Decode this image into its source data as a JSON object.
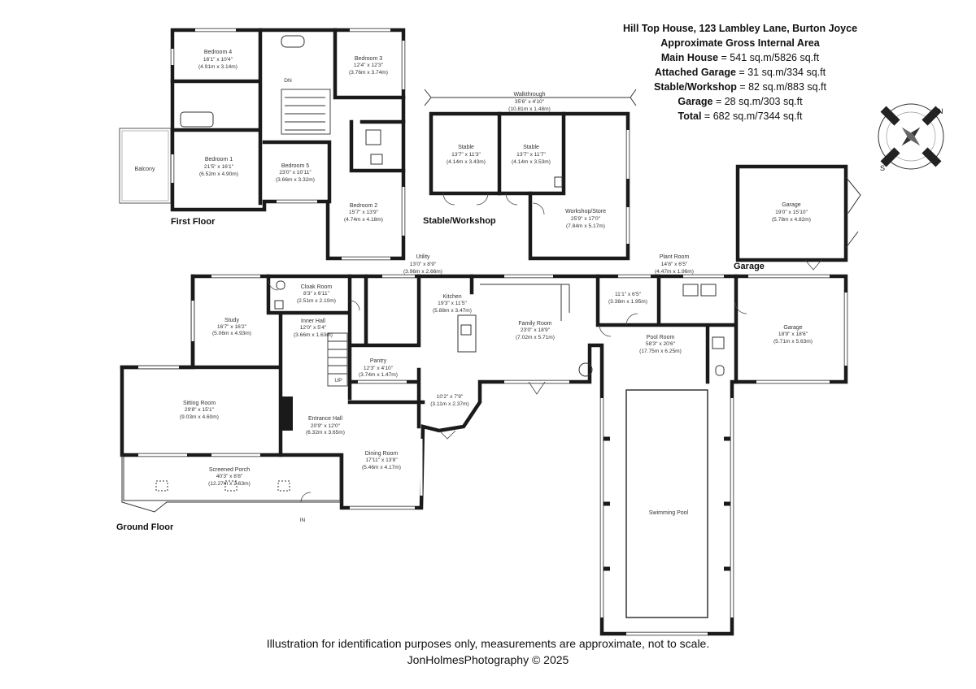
{
  "header": {
    "address": "Hill Top House, 123 Lambley Lane, Burton Joyce",
    "area_title": "Approximate Gross Internal Area",
    "rows": [
      {
        "label": "Main House",
        "value": "541 sq.m/5826 sq.ft"
      },
      {
        "label": "Attached Garage",
        "value": "31 sq.m/334 sq.ft"
      },
      {
        "label": "Stable/Workshop",
        "value": "82 sq.m/883 sq.ft"
      },
      {
        "label": "Garage",
        "value": "28 sq.m/303 sq.ft"
      },
      {
        "label": "Total",
        "value": "682 sq.m/7344 sq.ft"
      }
    ]
  },
  "floors": {
    "first": "First Floor",
    "ground": "Ground Floor",
    "stable": "Stable/Workshop",
    "garage": "Garage"
  },
  "rooms": {
    "bedroom4": {
      "name": "Bedroom 4",
      "imp": "16'1\" x 10'4\"",
      "met": "(4.91m x 3.14m)"
    },
    "bedroom3": {
      "name": "Bedroom 3",
      "imp": "12'4\" x 12'3\"",
      "met": "(3.76m x 3.74m)"
    },
    "bedroom1": {
      "name": "Bedroom 1",
      "imp": "21'5\" x 16'1\"",
      "met": "(6.52m x 4.90m)"
    },
    "bedroom5": {
      "name": "Bedroom 5",
      "imp": "23'0\" x 10'11\"",
      "met": "(3.66m x 3.32m)"
    },
    "bedroom2": {
      "name": "Bedroom 2",
      "imp": "15'7\" x 13'9\"",
      "met": "(4.74m x 4.18m)"
    },
    "balcony": {
      "name": "Balcony"
    },
    "walkthrough": {
      "name": "Walkthrough",
      "imp": "35'6\" x 4'10\"",
      "met": "(10.81m x 1.48m)"
    },
    "stable1": {
      "name": "Stable",
      "imp": "13'7\" x 11'3\"",
      "met": "(4.14m x 3.43m)"
    },
    "stable2": {
      "name": "Stable",
      "imp": "13'7\" x 11'7\"",
      "met": "(4.14m x 3.53m)"
    },
    "workshop": {
      "name": "Workshop/Store",
      "imp": "25'9\" x 17'0\"",
      "met": "(7.84m x 5.17m)"
    },
    "garage_det": {
      "name": "Garage",
      "imp": "19'0\" x 15'10\"",
      "met": "(5.78m x 4.82m)"
    },
    "utility": {
      "name": "Utility",
      "imp": "13'0\" x 8'9\"",
      "met": "(3.96m x 2.66m)"
    },
    "plant": {
      "name": "Plant Room",
      "imp": "14'8\" x 6'5\"",
      "met": "(4.47m x 1.96m)"
    },
    "study": {
      "name": "Study",
      "imp": "16'7\" x 16'2\"",
      "met": "(5.06m x 4.93m)"
    },
    "cloak": {
      "name": "Cloak Room",
      "imp": "8'3\" x 6'11\"",
      "met": "(2.51m x 2.10m)"
    },
    "innerhall": {
      "name": "Inner Hall",
      "imp": "12'0\" x 5'4\"",
      "met": "(3.66m x 1.63m)"
    },
    "kitchen": {
      "name": "Kitchen",
      "imp": "19'3\" x 11'5\"",
      "met": "(5.88m x 3.47m)"
    },
    "family": {
      "name": "Family Room",
      "imp": "23'0\" x 18'9\"",
      "met": "(7.02m x 5.71m)"
    },
    "room11": {
      "imp": "11'1\" x 6'5\"",
      "met": "(3.38m x 1.95m)"
    },
    "garage_att": {
      "name": "Garage",
      "imp": "18'9\" x 18'6\"",
      "met": "(5.71m x 5.63m)"
    },
    "pantry": {
      "name": "Pantry",
      "imp": "12'3\" x 4'10\"",
      "met": "(3.74m x 1.47m)"
    },
    "poolroom": {
      "name": "Pool Room",
      "imp": "58'3\" x 20'6\"",
      "met": "(17.75m x 6.25m)"
    },
    "sitting": {
      "name": "Sitting Room",
      "imp": "29'8\" x 15'1\"",
      "met": "(9.03m x 4.60m)"
    },
    "entrance": {
      "name": "Entrance Hall",
      "imp": "20'9\" x 12'0\"",
      "met": "(6.32m x 3.65m)"
    },
    "bay": {
      "imp": "10'2\" x 7'9\"",
      "met": "(3.11m x 2.37m)"
    },
    "dining": {
      "name": "Dining Room",
      "imp": "17'11\" x 13'8\"",
      "met": "(5.46m x 4.17m)"
    },
    "porch": {
      "name": "Screened Porch",
      "imp": "40'3\" x 8'8\"",
      "met": "(12.27m x 2.63m)"
    },
    "pool": {
      "name": "Swimming Pool"
    }
  },
  "markers": {
    "dn": "DN",
    "up": "UP",
    "in": "IN",
    "compass_n": "N",
    "compass_s": "S"
  },
  "footer": {
    "disclaimer": "Illustration for identification purposes only, measurements are approximate, not to scale.",
    "credit": "JonHolmesPhotography © 2025"
  }
}
